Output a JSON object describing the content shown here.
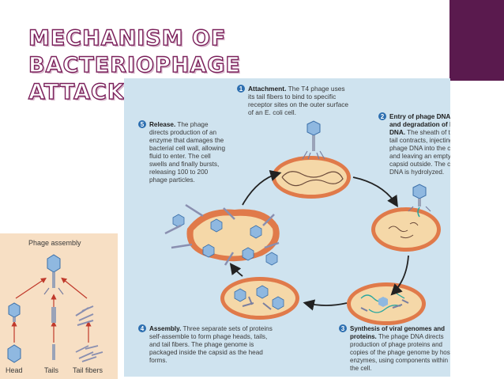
{
  "slide": {
    "title_line1": "MECHANISM OF BACTERIOPHAGE",
    "title_line2": "ATTACK",
    "accent_color": "#5a1a4e"
  },
  "figure": {
    "steps": [
      {
        "number": "1",
        "heading": "Attachment.",
        "lines": [
          "The T4 phage uses",
          "its tail fibers to bind to specific",
          "receptor sites on the outer surface",
          "of an E. coli cell."
        ]
      },
      {
        "number": "2",
        "heading_lines": [
          "Entry of phage DNA",
          "and degradation of host",
          "DNA."
        ],
        "lines": [
          "The sheath of the",
          "tail contracts, injecting the",
          "phage DNA into the cell",
          "and leaving an empty",
          "capsid outside. The cell's",
          "DNA is hydrolyzed."
        ]
      },
      {
        "number": "3",
        "heading_lines": [
          "Synthesis of viral genomes and",
          "proteins."
        ],
        "lines": [
          "The phage DNA directs",
          "production of phage proteins and",
          "copies of the phage genome by host",
          "enzymes, using components within",
          "the cell."
        ]
      },
      {
        "number": "4",
        "heading": "Assembly.",
        "lines": [
          "Three separate sets of proteins",
          "self-assemble to form phage heads, tails,",
          "and tail fibers. The phage genome is",
          "packaged inside the capsid as the head",
          "forms."
        ]
      },
      {
        "number": "5",
        "heading": "Release.",
        "lines": [
          "The phage",
          "directs production of an",
          "enzyme that damages the",
          "bacterial cell wall, allowing",
          "fluid to enter. The cell",
          "swells and finally bursts,",
          "releasing 100 to 200",
          "phage particles."
        ]
      }
    ]
  },
  "inset": {
    "title": "Phage assembly",
    "labels": [
      "Head",
      "Tails",
      "Tail fibers"
    ]
  }
}
